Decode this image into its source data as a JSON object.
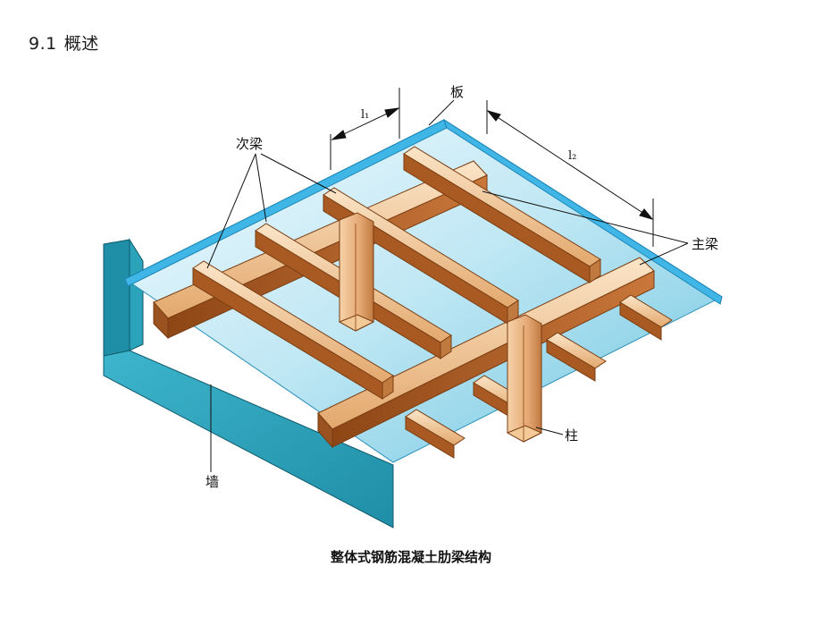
{
  "heading": {
    "number": "9.1",
    "title": "概述"
  },
  "labels": {
    "slab": "板",
    "secondary_beam": "次梁",
    "main_beam": "主梁",
    "column": "柱",
    "wall": "墙",
    "span_secondary": "l₁",
    "span_main": "l₂"
  },
  "caption": "整体式钢筋混凝土肋梁结构",
  "colors": {
    "slab_edge": "#3fb6e6",
    "wall": "#2ea5be",
    "beam_top": "#e8b07a",
    "beam_side": "#a85a22",
    "beam_light": "#f7dfc0"
  }
}
